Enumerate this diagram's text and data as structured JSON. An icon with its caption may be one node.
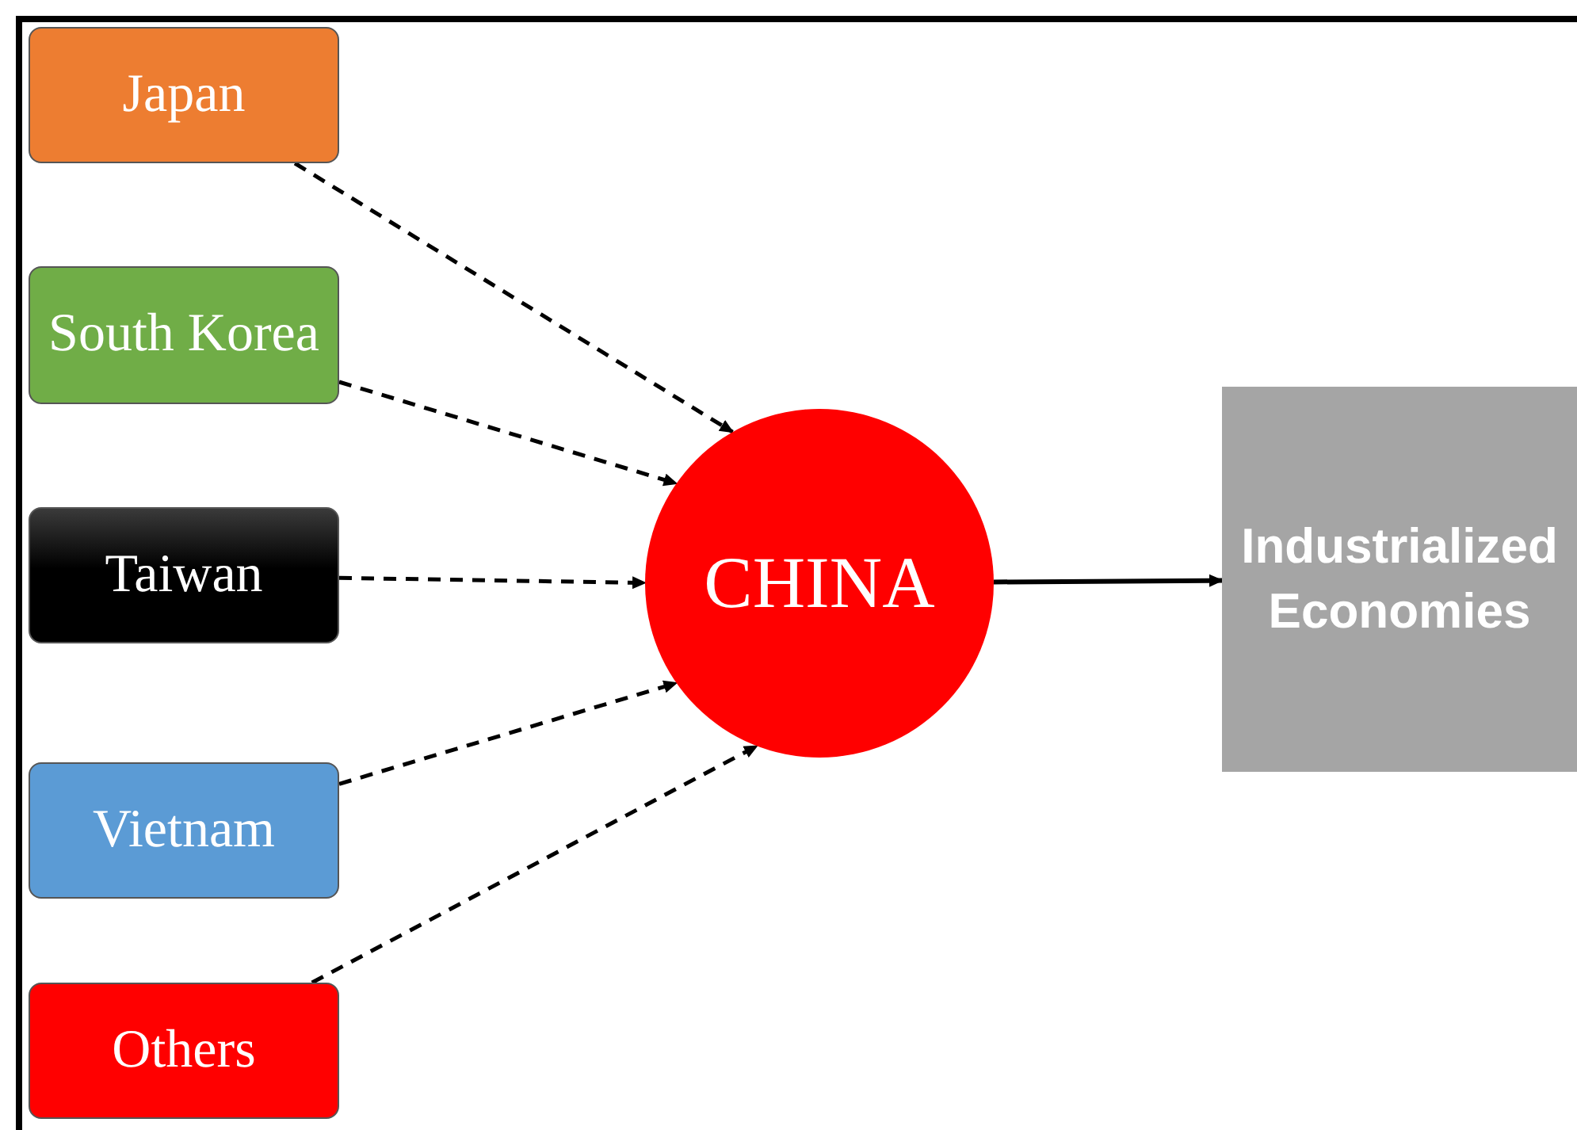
{
  "diagram": {
    "nodes": [
      {
        "text": [
          "Japan"
        ]
      },
      {
        "text": [
          "South Korea"
        ]
      },
      {
        "text": [
          "Taiwan"
        ]
      },
      {
        "text": [
          "Vietnam"
        ]
      },
      {
        "text": [
          "Others"
        ]
      },
      {
        "text": [
          "CHINA"
        ]
      },
      {
        "text": [
          "Industrialized Economies"
        ]
      }
    ],
    "edges": [
      {
        "from": 0,
        "to": 5,
        "arrow": "to",
        "style": "dashed"
      },
      {
        "from": 1,
        "to": 5,
        "arrow": "to",
        "style": "dashed"
      },
      {
        "from": 2,
        "to": 5,
        "arrow": "to",
        "style": "dashed"
      },
      {
        "from": 3,
        "to": 5,
        "arrow": "to",
        "style": "dashed"
      },
      {
        "from": 4,
        "to": 5,
        "arrow": "to",
        "style": "dashed"
      },
      {
        "from": 5,
        "to": 6,
        "arrow": "to"
      }
    ]
  }
}
